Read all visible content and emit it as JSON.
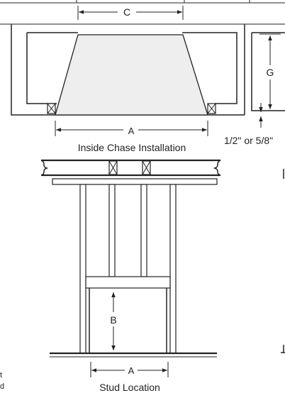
{
  "labels": {
    "dim_c": "C",
    "dim_a_top": "A",
    "dim_g": "G",
    "dim_b": "B",
    "dim_a_bottom": "A",
    "gap_note": "1/2\" or 5/8\"",
    "caption_top": "Inside Chase Installation",
    "caption_bottom": "Stud Location",
    "edge_fragment_1": "t",
    "edge_fragment_2": "d"
  },
  "colors": {
    "line": "#222222",
    "hood_fill": "#eeeeee",
    "background": "#ffffff"
  }
}
